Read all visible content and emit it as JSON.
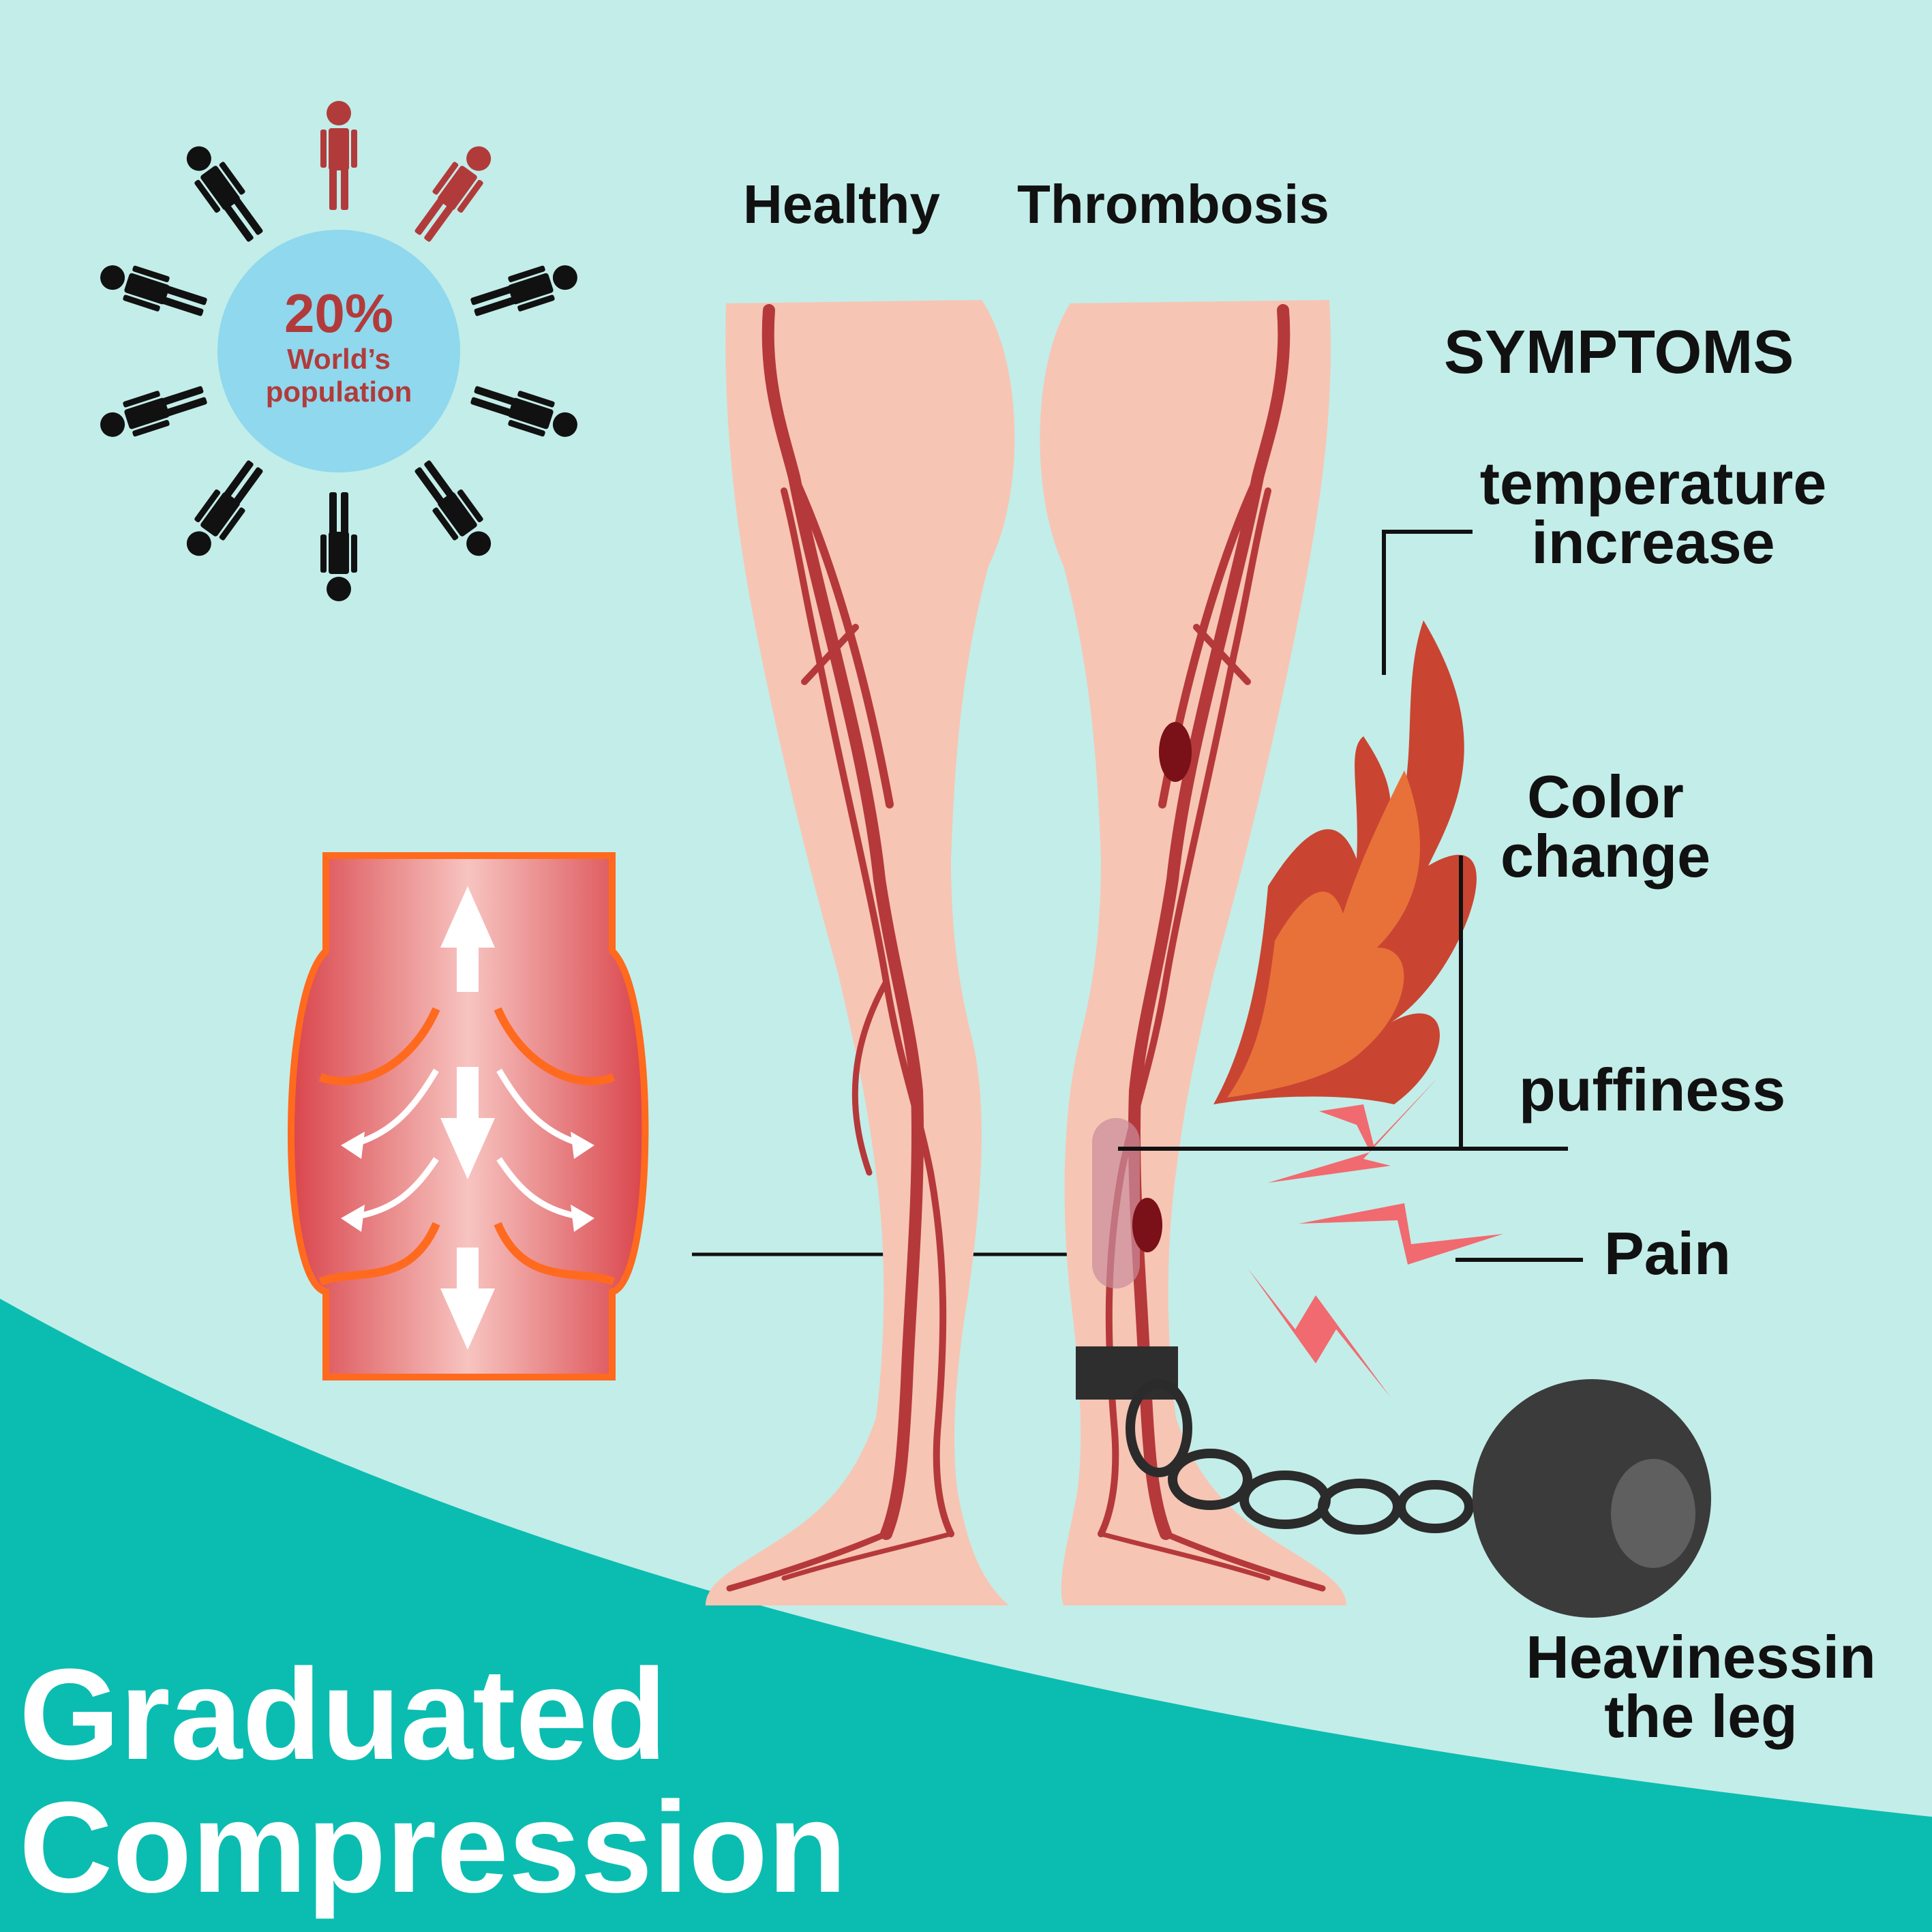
{
  "stat": {
    "percent": "20%",
    "line1": "World’s",
    "line2": "population"
  },
  "legs": {
    "healthy_label": "Healthy",
    "thrombosis_label": "Thrombosis"
  },
  "symptoms": {
    "heading": "SYMPTOMS",
    "temperature_1": "temperature",
    "temperature_2": "increase",
    "color_1": "Color",
    "color_2": "change",
    "puffiness": "puffiness",
    "pain": "Pain",
    "heaviness_1": "Heavinessin",
    "heaviness_2": "the leg"
  },
  "title": {
    "line1": "Graduated",
    "line2": "Compression"
  },
  "colors": {
    "background": "#c3ede9",
    "teal_band": "#0bbdb0",
    "vein_red": "#b5393a",
    "skin": "#f7c5b4",
    "stat_circle": "#8fd8ee",
    "stat_text": "#b13b3b",
    "flame_orange": "#e8713a",
    "pain_bolt": "#f06a6f"
  },
  "icons": {
    "people_ring": "person-icon",
    "flame": "flame-icon",
    "pain": "lightning-bolt-icon",
    "weight": "ball-and-chain-icon",
    "vein": "vein-section-icon"
  }
}
